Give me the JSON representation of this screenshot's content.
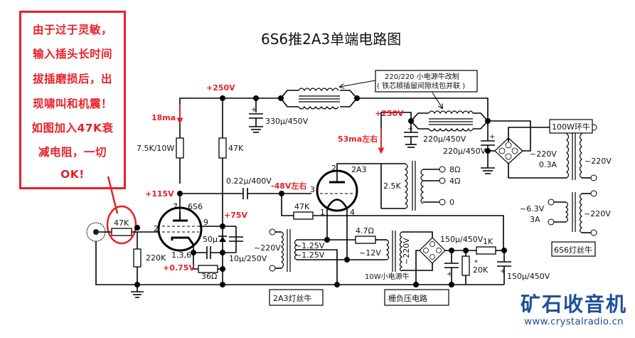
{
  "title": "6S6推2A3单端电路图",
  "note": {
    "lines": [
      "由于过于灵敏，",
      "输入插头长时间",
      "拔插磨损后，出",
      "现啸叫和机震！",
      "如图加入47K衰",
      "减电阻，一切",
      "OK!"
    ],
    "color": "#e8202a"
  },
  "voltages": {
    "b_plus_1": "+250V",
    "b_plus_2": "+250V",
    "plate_6s6": "+115V",
    "screen_6s6": "+75V",
    "cathode_6s6": "+0.75V",
    "grid_2a3": "-48V左右"
  },
  "currents": {
    "i_6s6": "18ma",
    "i_2a3": "53ma左右"
  },
  "components": {
    "r_input_atten": "47K",
    "r_grid_leak": "220K",
    "r_plate_load": "7.5K/10W",
    "r_screen": "47K",
    "c_filter_1": "330μ/450V",
    "c_coupling": "0.22μ/400V",
    "c_cathode_bypass": "50μ",
    "c_screen_bypass": "10μ/250V",
    "r_cathode": "36Ω",
    "r_grid_2a3": "47K",
    "r_hum": "4.7Ω",
    "c_filter_2": "220μ/450V",
    "c_filter_3": "220μ/450V",
    "output_transformer": "2.5K",
    "c_neg_1": "150μ/450V",
    "c_neg_2": "150μ/450V",
    "r_neg_series": "1K",
    "r_neg_bleed": "20K",
    "r_neg_star": "*"
  },
  "tubes": {
    "driver": {
      "name": "6S6",
      "pins": {
        "plate": "7",
        "grid": "2",
        "screen": "9",
        "cathode": "1,3,6"
      }
    },
    "output": {
      "name": "2A3",
      "pins": {
        "plate": "2",
        "grid": "3",
        "fil_a": "1",
        "fil_b": "4"
      }
    }
  },
  "outputs": {
    "taps": [
      "8Ω",
      "4Ω",
      "0"
    ]
  },
  "choke_callout": {
    "line1": "220/220 小电源牛改制",
    "line2": "( 铁芯顺插留间隙线包并联 )"
  },
  "power": {
    "main_transformer_label": "100W环牛",
    "main_primary": "~220V",
    "main_secondary": "~220V",
    "main_secondary_current": "0.3A",
    "heater_6s6_label": "6S6灯丝牛",
    "heater_6s6_primary": "~220V",
    "heater_6s6_secondary": "~6.3V",
    "heater_6s6_current": "3A",
    "heater_2a3_label": "2A3灯丝牛",
    "heater_2a3_primary": "~220V",
    "heater_2a3_secondary_a": "~1.25V",
    "heater_2a3_secondary_b": "~1.25V",
    "neg_bias_label": "栅负压电路",
    "neg_tx_label": "10W小电源牛",
    "neg_tx_secondary": "~12V",
    "neg_tx_primary": "~220V"
  },
  "logo": {
    "name": "矿石收音机",
    "url": "www.crystalradio.cn",
    "color": "#1d4f9a"
  }
}
